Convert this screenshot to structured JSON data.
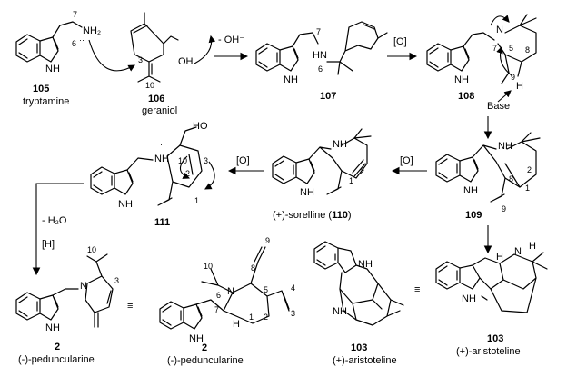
{
  "steps": {
    "minus_oh": "- OH⁻",
    "oxidation_1": "[O]",
    "oxidation_2": "[O]",
    "oxidation_3": "[O]",
    "base": "Base",
    "minus_water": "- H₂O",
    "hydrogenation": "[H]"
  },
  "atoms": {
    "N": "N",
    "H": "H",
    "NH": "NH",
    "NH2": "NH₂",
    "HN": "HN",
    "OH": "OH",
    "HO": "HO"
  },
  "locants": {
    "l1": "1",
    "l2": "2",
    "l3": "3",
    "l4": "4",
    "l5": "5",
    "l6": "6",
    "l7": "7",
    "l8": "8",
    "l9": "9",
    "l10": "10"
  },
  "compounds": {
    "c105": {
      "number": "105",
      "name": "tryptamine"
    },
    "c106": {
      "number": "106",
      "name": "geraniol"
    },
    "c107": {
      "number": "107"
    },
    "c108": {
      "number": "108"
    },
    "c109": {
      "number": "109"
    },
    "c110": {
      "name": "(+)-sorelline (",
      "number": "110",
      "suffix": ")"
    },
    "c111": {
      "number": "111"
    },
    "c2a": {
      "number": "2",
      "name": "(-)-peduncularine"
    },
    "c2b": {
      "number": "2",
      "name": "(-)-peduncularine"
    },
    "c103a": {
      "number": "103",
      "name": "(+)-aristoteline"
    },
    "c103b": {
      "number": "103",
      "name": "(+)-aristoteline"
    }
  },
  "equivalence": "≡"
}
